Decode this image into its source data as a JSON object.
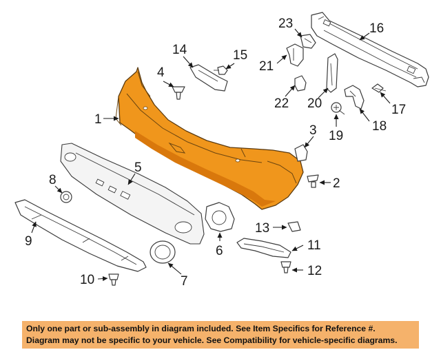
{
  "callouts": {
    "c1": "1",
    "c2": "2",
    "c3": "3",
    "c4": "4",
    "c5": "5",
    "c6": "6",
    "c7": "7",
    "c8": "8",
    "c9": "9",
    "c10": "10",
    "c11": "11",
    "c12": "12",
    "c13": "13",
    "c14": "14",
    "c15": "15",
    "c16": "16",
    "c17": "17",
    "c18": "18",
    "c19": "19",
    "c20": "20",
    "c21": "21",
    "c22": "22",
    "c23": "23"
  },
  "disclaimer": {
    "line1": "Only one part or sub-assembly in diagram included. See Item Specifics for Reference #.",
    "line2": "Diagram may not be specific to your vehicle. See Compatibility for vehicle-specific diagrams."
  },
  "colors": {
    "highlight_part": "#f0961c",
    "disclaimer_background": "#f5b26b"
  }
}
